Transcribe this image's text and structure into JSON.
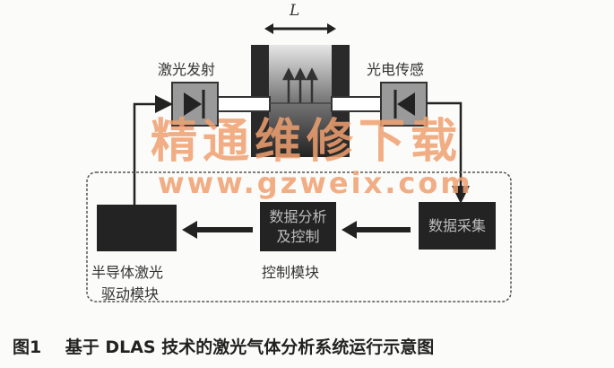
{
  "diagram": {
    "length_label": "L",
    "emitter_label": "激光发射",
    "sensor_label": "光电传感",
    "driver_label_line1": "半导体激光",
    "driver_label_line2": "驱动模块",
    "control_box_line1": "数据分析",
    "control_box_line2": "及控制",
    "control_label": "控制模块",
    "acquisition_box": "数据采集"
  },
  "watermark": {
    "title": "精通维修下载",
    "url": "www.gzweix.com"
  },
  "caption": {
    "figure_no": "图1",
    "text": "基于 DLAS 技术的激光气体分析系统运行示意图"
  }
}
